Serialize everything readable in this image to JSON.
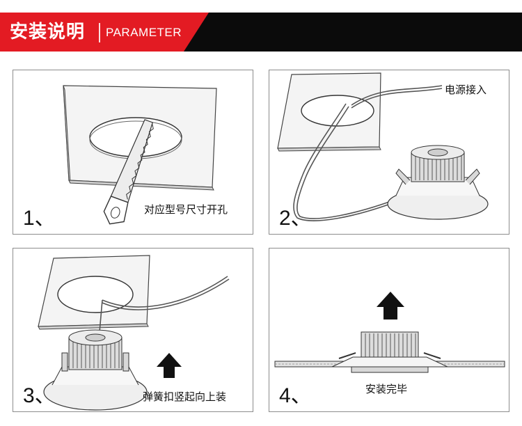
{
  "header": {
    "title": "安装说明",
    "subtitle": "PARAMETER"
  },
  "colors": {
    "accent": "#e31b23",
    "banner_dark": "#0b0b0b",
    "panel_border": "#8c8c8c"
  },
  "steps": [
    {
      "number": "1、",
      "caption": "对应型号尺寸开孔",
      "icon": "saw-cutting-ceiling-hole"
    },
    {
      "number": "2、",
      "caption": "电源接入",
      "icon": "power-wire-connection"
    },
    {
      "number": "3、",
      "caption": "弹簧扣竖起向上装",
      "icon": "spring-clips-up-arrow"
    },
    {
      "number": "4、",
      "caption": "安装完毕",
      "icon": "installed-downlight-cross-section"
    }
  ]
}
